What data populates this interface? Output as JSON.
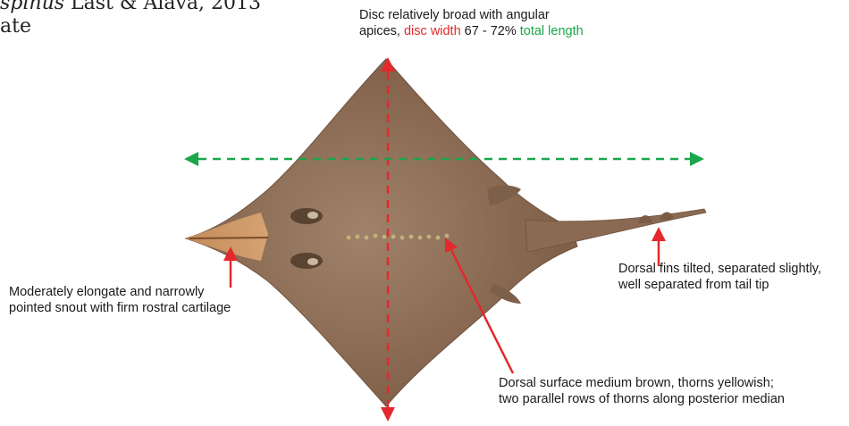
{
  "title": {
    "line1_species": "spinus",
    "line1_rest": " Last & Alava, 2013",
    "line2": "ate"
  },
  "annotations": {
    "top": {
      "line1": "Disc relatively broad with angular",
      "line2_prefix": "apices, ",
      "disc_width": "disc width",
      "range": " 67 - 72% ",
      "total_length": "total length"
    },
    "snout": {
      "line1": "Moderately elongate and narrowly",
      "line2": "pointed snout with firm rostral cartilage"
    },
    "fins": {
      "line1": "Dorsal fins tilted, separated slightly,",
      "line2": "well separated from tail tip"
    },
    "dorsal": {
      "line1": "Dorsal surface medium brown, thorns yellowish;",
      "line2": "two parallel rows of thorns along posterior median"
    }
  },
  "colors": {
    "disc_width_arrow": "#e5282c",
    "total_length_arrow": "#1aa64a",
    "pointer_arrows": "#e5282c",
    "skate_body": "#8a6a52"
  }
}
